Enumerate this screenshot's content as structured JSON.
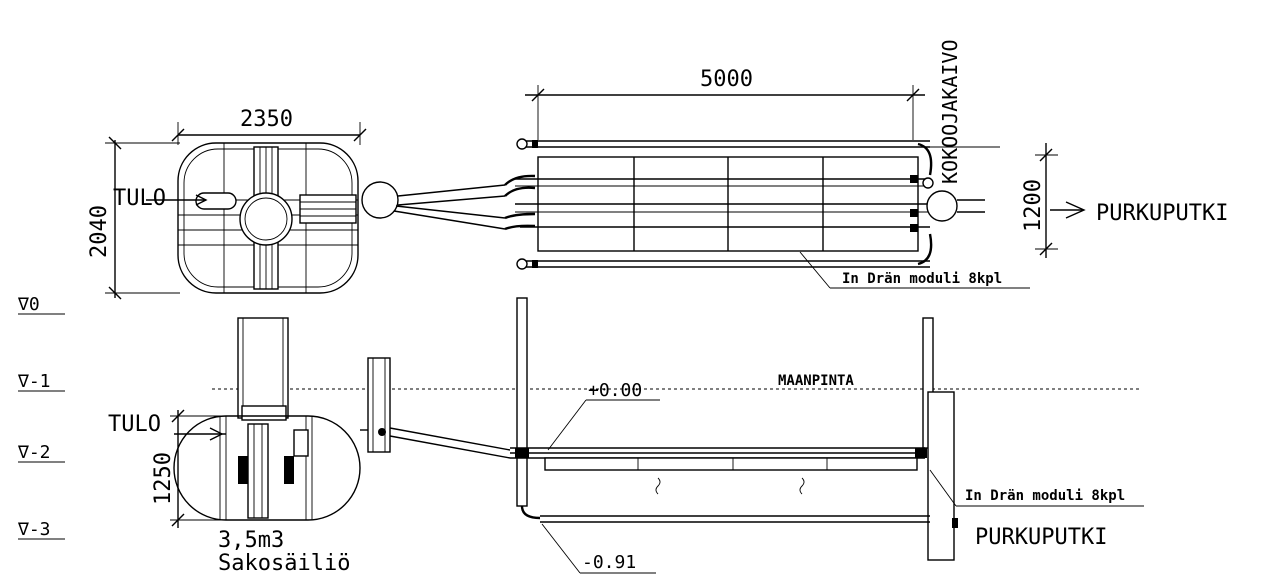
{
  "labels": {
    "dim_tank_width": "2350",
    "dim_tank_height": "2040",
    "dim_field_length": "5000",
    "dim_field_width": "1200",
    "inlet_top": "TULO",
    "inlet_side": "TULO",
    "distribution_well": "KOKOOJAKAIVO",
    "outlet_top": "PURKUPUTKI",
    "outlet_side": "PURKUPUTKI",
    "modules_top": "In Drän moduli 8kpl",
    "modules_side": "In Drän moduli 8kpl",
    "ground_surface": "MAANPINTA",
    "level_zero_marker": "+0.00",
    "level_bottom_marker": "-0.91",
    "dim_tank_depth": "1250",
    "tank_volume": "3,5m3",
    "tank_name": "Sakosäiliö",
    "level_0": "∇0",
    "level_1": "∇-1",
    "level_2": "∇-2",
    "level_3": "∇-3"
  }
}
